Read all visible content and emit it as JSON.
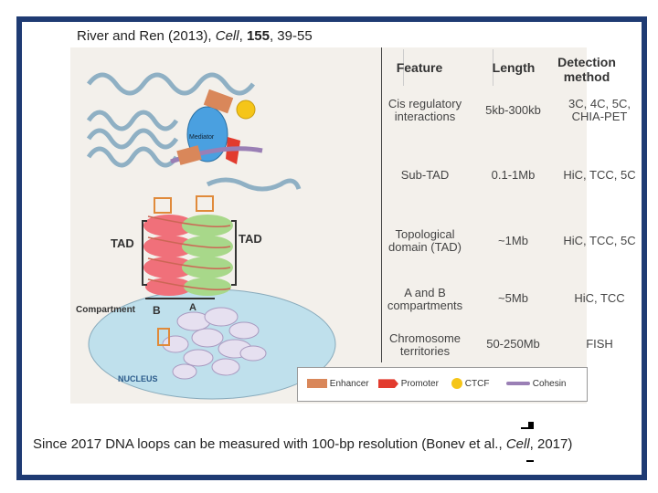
{
  "citation_top": {
    "authors": "River and Ren (2013), ",
    "journal": "Cell",
    "sep": ", ",
    "volume": "155",
    "pages": ", 39-55"
  },
  "citation_bottom": {
    "prefix": "Since 2017 DNA loops can be measured with 100-bp resolution (Bonev et al., ",
    "journal": "Cell",
    "suffix": ", 2017)"
  },
  "table": {
    "headers": [
      "Feature",
      "Length",
      "Detection method"
    ],
    "rows": [
      {
        "feature": "Cis regulatory interactions",
        "length": "5kb-300kb",
        "method": "3C, 4C, 5C, CHIA-PET"
      },
      {
        "feature": "Sub-TAD",
        "length": "0.1-1Mb",
        "method": "HiC, TCC, 5C"
      },
      {
        "feature": "Topological domain (TAD)",
        "length": "~1Mb",
        "method": "HiC, TCC, 5C"
      },
      {
        "feature": "A and B compartments",
        "length": "~5Mb",
        "method": "HiC, TCC"
      },
      {
        "feature": "Chromosome territories",
        "length": "50-250Mb",
        "method": "FISH"
      }
    ]
  },
  "diagram_labels": {
    "mediator": "Mediator",
    "tad_left": "TAD",
    "tad_right": "TAD",
    "compartment": "Compartment",
    "b": "B",
    "a": "A",
    "nucleus": "NUCLEUS"
  },
  "legend": [
    {
      "label": "Enhancer",
      "color": "#d9875a"
    },
    {
      "label": "Promoter",
      "color": "#e23b2e"
    },
    {
      "label": "CTCF",
      "color": "#f5c518"
    },
    {
      "label": "Cohesin",
      "color": "#9a7fb5"
    }
  ],
  "colors": {
    "frame": "#1f3b73",
    "chromatin": "#8fb0c4",
    "tad_red": "#f0707a",
    "tad_green": "#a8d88a",
    "nucleus": "#bfe0ec"
  }
}
